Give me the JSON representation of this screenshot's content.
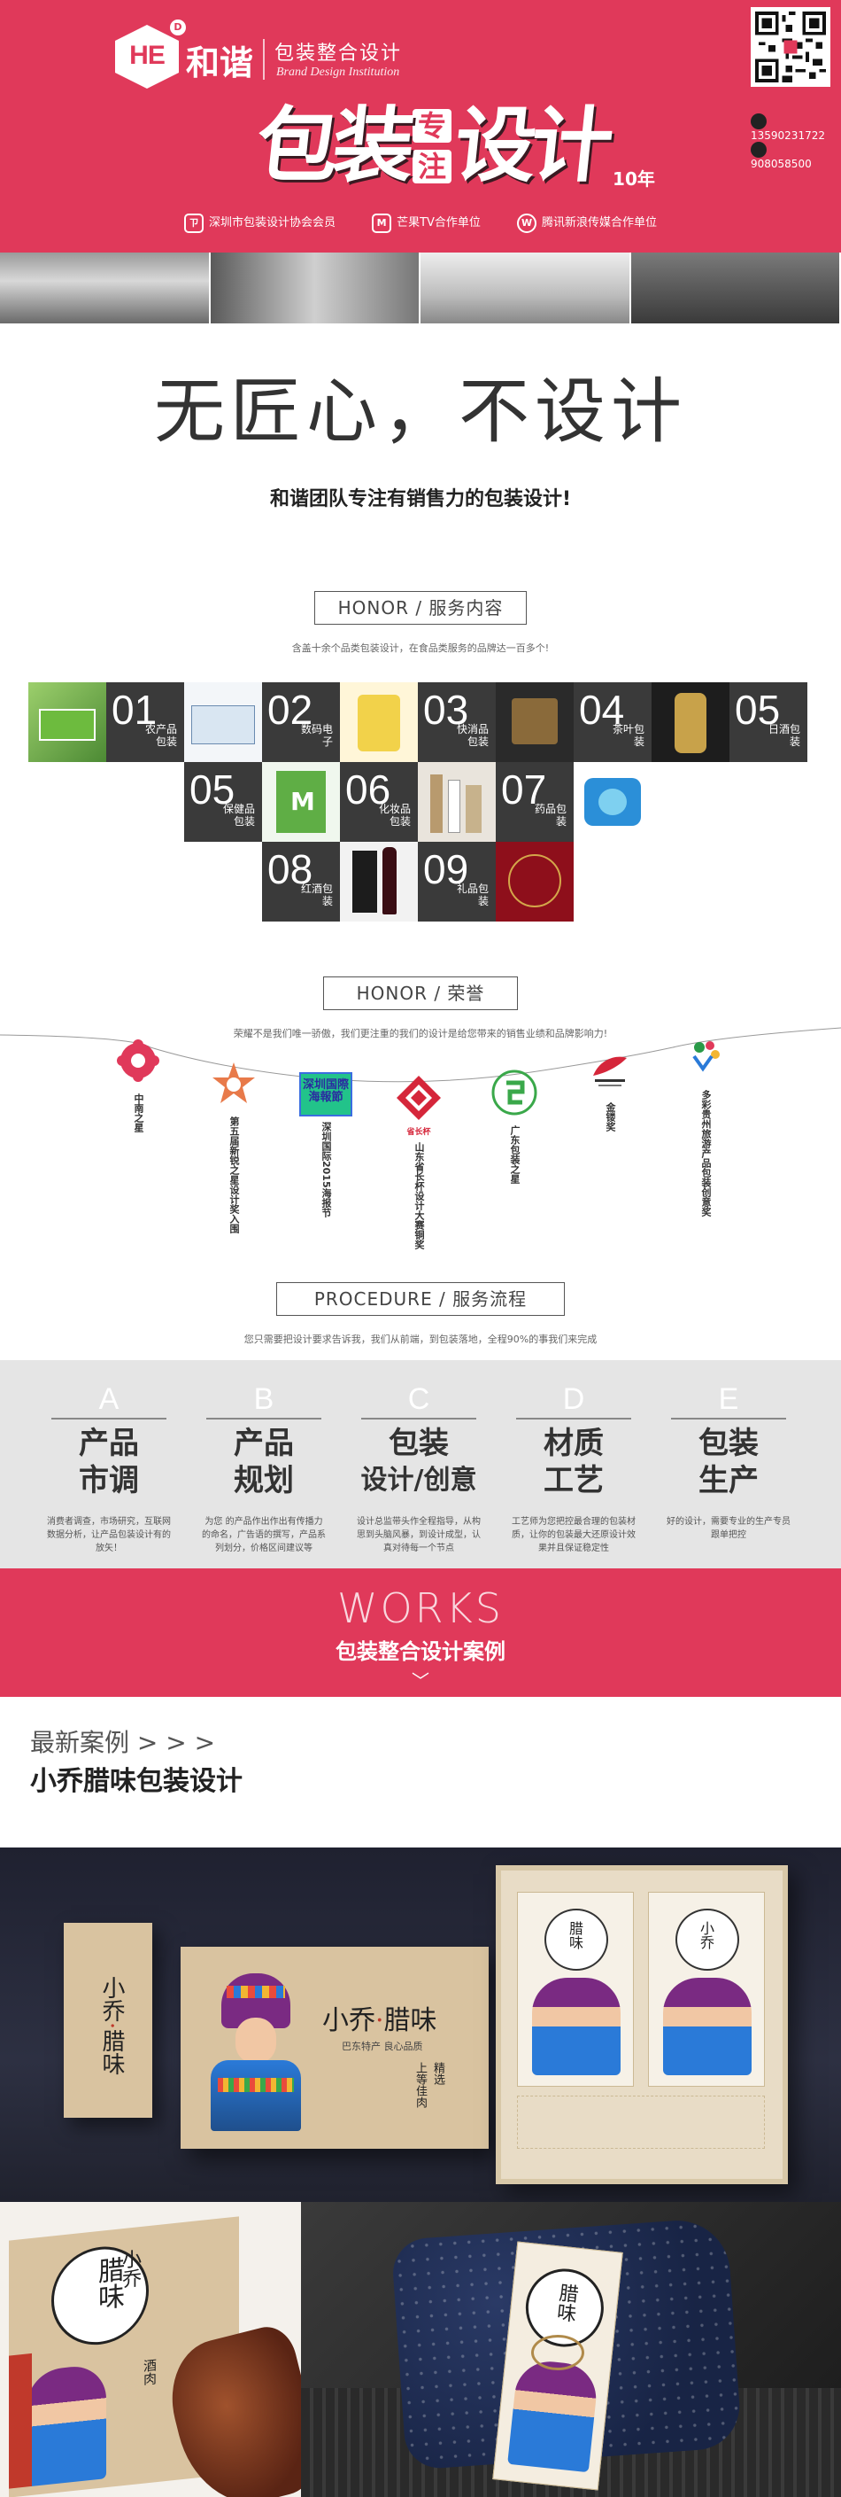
{
  "header": {
    "logo_text": "HE",
    "logo_reg": "D",
    "brand_name": "和谐",
    "brand_cn": "包装整合设计",
    "brand_en": "Brand Design Institution",
    "slogan_part1": "包装",
    "slogan_small1": "专",
    "slogan_small2": "注",
    "slogan_part2": "设计",
    "slogan_years": "10年",
    "phone": "13590231722",
    "qq": "908058500",
    "partners": [
      {
        "icon": "ㄗ",
        "label": "深圳市包装设计协会会员"
      },
      {
        "icon": "M",
        "label": "芒果TV合作单位"
      },
      {
        "icon": "W",
        "label": "腾讯新浪传媒合作单位"
      }
    ]
  },
  "hero": {
    "title": "无匠心，不设计",
    "subtitle": "和谐团队专注有销售力的包装设计!"
  },
  "services": {
    "section_title": "HONOR / 服务内容",
    "desc": "含盖十余个品类包装设计，在食品类服务的品牌达一百多个!",
    "items": [
      {
        "num": "01",
        "label": "农产品包装"
      },
      {
        "num": "02",
        "label": "数码电子"
      },
      {
        "num": "03",
        "label": "快消品包装"
      },
      {
        "num": "04",
        "label": "茶叶包装"
      },
      {
        "num": "05",
        "label": "日酒包装"
      },
      {
        "num": "05",
        "label": "保健品包装"
      },
      {
        "num": "06",
        "label": "化妆品包装"
      },
      {
        "num": "07",
        "label": "药品包装"
      },
      {
        "num": "08",
        "label": "红酒包装"
      },
      {
        "num": "09",
        "label": "礼品包装"
      }
    ]
  },
  "honors": {
    "section_title": "HONOR / 荣誉",
    "desc": "荣耀不是我们唯一骄傲，我们更注重的我们的设计是给您带来的销售业绩和品牌影响力!",
    "items": [
      {
        "label": "中南之星"
      },
      {
        "label": "第五届新锐之星设计奖入围"
      },
      {
        "label": "深圳国际2015海报节"
      },
      {
        "label": "山东省长杯设计大赛铜奖"
      },
      {
        "label": "广东包装之星"
      },
      {
        "label": "金镂奖"
      },
      {
        "label": "多彩贵州旅游产品包装创意奖"
      }
    ],
    "badge_2_text": "深圳国際海報節",
    "badge_3_text": "省长杯"
  },
  "procedure": {
    "section_title": "PROCEDURE / 服务流程",
    "desc": "您只需要把设计要求告诉我，我们从前端，到包装落地，全程90%的事我们来完成",
    "steps": [
      {
        "letter": "A",
        "title1": "产品",
        "title2": "市调",
        "desc": "消费者调查，市场研究，互联网数据分析，让产品包装设计有的放矢！"
      },
      {
        "letter": "B",
        "title1": "产品",
        "title2": "规划",
        "desc": "为您 的产品作出作出有传播力的命名，广告语的撰写，产品系列划分，价格区间建议等"
      },
      {
        "letter": "C",
        "title1": "包装",
        "title2": "设计/创意",
        "desc": "设计总监带头作全程指导，从构思到头脑风暴，到设计成型，认真对待每一个节点"
      },
      {
        "letter": "D",
        "title1": "材质",
        "title2": "工艺",
        "desc": "工艺师为您把控最合理的包装材质，让你的包装最大还原设计效果并且保证稳定性"
      },
      {
        "letter": "E",
        "title1": "包装",
        "title2": "生产",
        "desc": "好的设计，需要专业的生产专员跟单把控"
      }
    ]
  },
  "works": {
    "title_en": "WORKS",
    "title_cn": "包装整合设计案例",
    "arrow": "﹀",
    "latest_label": "最新案例 > > >",
    "case_title": "小乔腊味包装设计",
    "product_name_a": "小乔",
    "product_name_b": "腊味",
    "product_tagline": "巴东特产 良心品质",
    "product_side_a": "精选",
    "product_side_b": "上等",
    "product_side_c": "佳肉",
    "product_side_d": "酒肉"
  },
  "colors": {
    "brand": "#e0395a",
    "dark_tile": "#3a3a3a",
    "procedure_bg": "#e5e5e5"
  }
}
